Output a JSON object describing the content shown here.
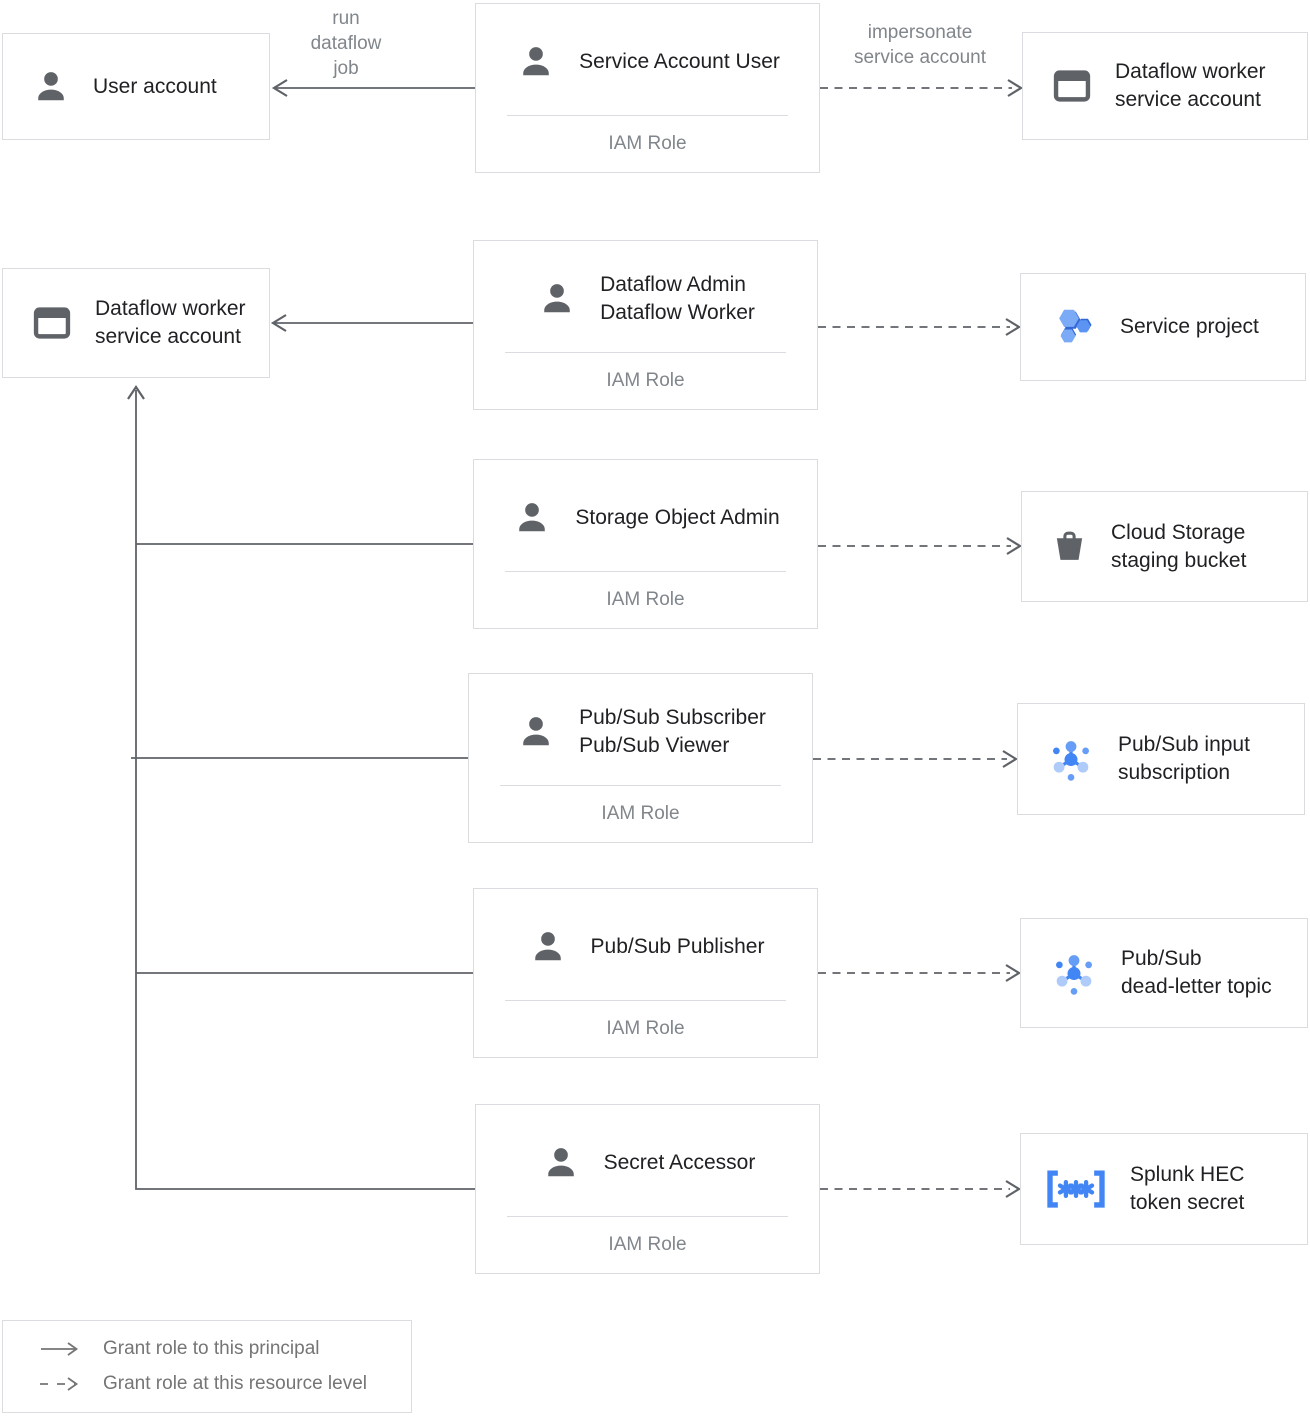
{
  "diagram": {
    "edge_labels": {
      "run_dataflow_job": "run\ndataflow\njob",
      "impersonate_service_account": "impersonate\nservice account"
    },
    "principals": {
      "user_account": {
        "label": "User account"
      },
      "dataflow_worker_sa_top": {
        "label": "Dataflow worker\nservice account"
      },
      "dataflow_worker_sa_left": {
        "label": "Dataflow worker\nservice account"
      }
    },
    "iam_roles": {
      "service_account_user": {
        "title": "Service Account User",
        "subtitle": "IAM Role"
      },
      "dataflow_admin_worker": {
        "title": "Dataflow Admin\nDataflow Worker",
        "subtitle": "IAM Role"
      },
      "storage_object_admin": {
        "title": "Storage Object Admin",
        "subtitle": "IAM Role"
      },
      "pubsub_subscriber_viewer": {
        "title": "Pub/Sub Subscriber\nPub/Sub Viewer",
        "subtitle": "IAM Role"
      },
      "pubsub_publisher": {
        "title": "Pub/Sub Publisher",
        "subtitle": "IAM Role"
      },
      "secret_accessor": {
        "title": "Secret Accessor",
        "subtitle": "IAM Role"
      }
    },
    "resources": {
      "service_project": {
        "label": "Service project"
      },
      "cloud_storage_staging_bucket": {
        "label": "Cloud Storage\nstaging bucket"
      },
      "pubsub_input_subscription": {
        "label": "Pub/Sub input\nsubscription"
      },
      "pubsub_dead_letter_topic": {
        "label": "Pub/Sub\ndead-letter topic"
      },
      "splunk_hec_token_secret": {
        "label": "Splunk HEC\ntoken secret"
      }
    },
    "legend": {
      "items": [
        {
          "label": "Grant role to this principal"
        },
        {
          "label": "Grant role at this resource level"
        }
      ]
    },
    "colors": {
      "accent_blue": "#4285f4",
      "blue_medium": "#669df6",
      "blue_light": "#aecbfa",
      "hex_light_blue": "#7baaf7",
      "hex_dark_blue": "#3367d6",
      "icon_gray": "#5f6368",
      "line_gray": "#5f6368",
      "border_gray": "#dadce0",
      "title_text": "#202124",
      "muted_text": "#80868b"
    }
  }
}
